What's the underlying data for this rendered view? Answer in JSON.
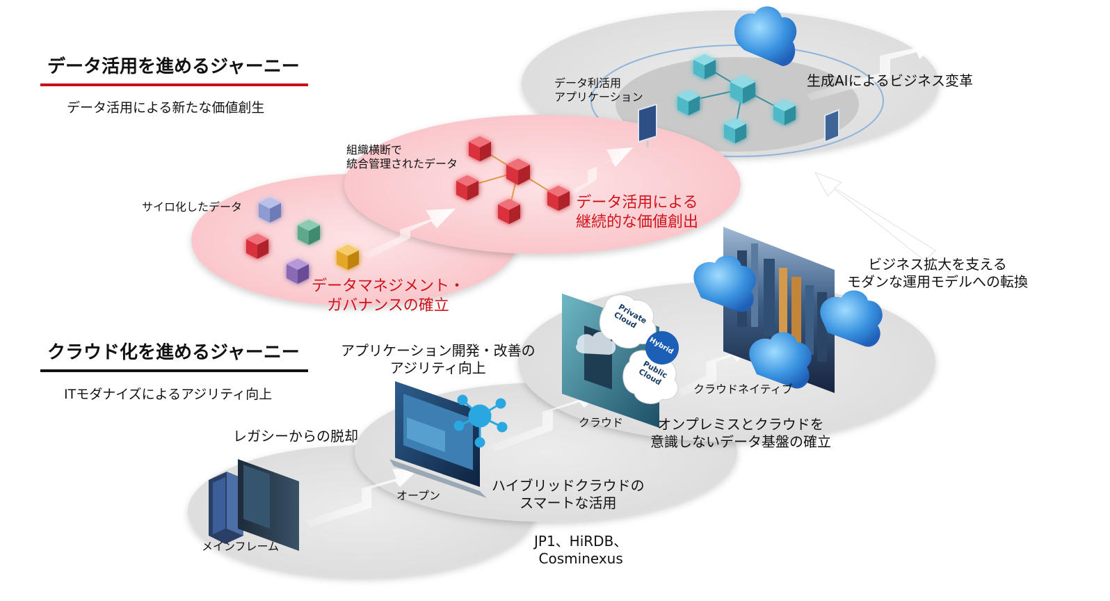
{
  "data_journey": {
    "title": "データ活用を進めるジャーニー",
    "subtitle": "データ活用による新たな価値創生",
    "accent_color": "#c8101a",
    "labels": {
      "silo": "サイロ化したデータ",
      "integrated": "組織横断で\n統合管理されたデータ",
      "app": "データ利活用\nアプリケーション",
      "genai": "生成AIによるビジネス変革",
      "governance": "データマネジメント・\nガバナンスの確立",
      "value": "データ活用による\n継続的な価値創出"
    }
  },
  "cloud_journey": {
    "title": "クラウド化を進めるジャーニー",
    "subtitle": "ITモダナイズによるアジリティ向上",
    "accent_color": "#111111",
    "labels": {
      "legacy": "レガシーからの脱却",
      "agility": "アプリケーション開発・改善の\nアジリティ向上",
      "mainframe": "メインフレーム",
      "open": "オープン",
      "cloud": "クラウド",
      "cloud_native": "クラウドネイティブ",
      "hybrid_use": "ハイブリッドクラウドの\nスマートな活用",
      "onprem": "オンプレミスとクラウドを\n意識しないデータ基盤の確立",
      "products": "JP1、HiRDB、\nCosminexus",
      "modern_ops": "ビジネス拡大を支える\nモダンな運用モデルへの転換"
    },
    "cloud_badges": {
      "private": "Private\nCloud",
      "hybrid": "Hybrid",
      "public": "Public\nCloud"
    }
  },
  "colors": {
    "pink_disc": "#fbd3d6",
    "gray_disc": "#e6e6e6",
    "cube_red": "#d9333e",
    "cube_teal": "#4fb9c7",
    "cloud_blue": "#2f86d9"
  }
}
